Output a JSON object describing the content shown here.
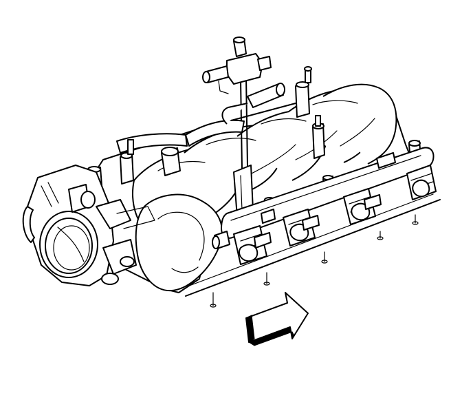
{
  "diagram": {
    "colors": {
      "line": "#000000",
      "background": "#ffffff"
    },
    "parts": [
      "intake-manifold",
      "throttle-body",
      "fuel-rail",
      "fuel-injectors",
      "mounting-studs",
      "evap-purge-valve",
      "pcv-hose",
      "direction-arrow"
    ]
  }
}
